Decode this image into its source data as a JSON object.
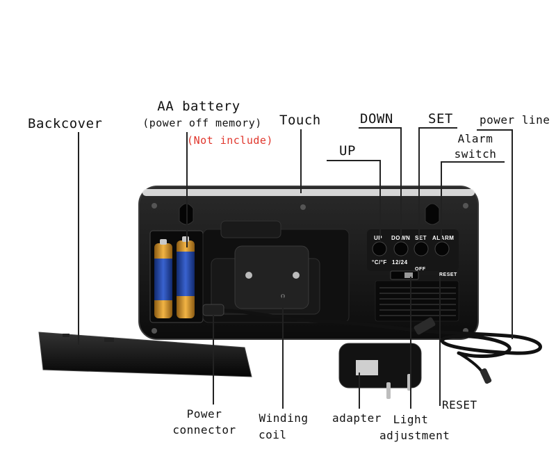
{
  "labels": {
    "backcover": "Backcover",
    "battery_title": "AA battery",
    "battery_sub": "(power off memory)",
    "battery_note": "(Not include)",
    "touch": "Touch",
    "down": "DOWN",
    "set": "SET",
    "power_line": "power line",
    "up": "UP",
    "alarm_switch_1": "Alarm",
    "alarm_switch_2": "switch",
    "power_connector_1": "Power",
    "power_connector_2": "connector",
    "winding_coil_1": "Winding",
    "winding_coil_2": "coil",
    "adapter": "adapter",
    "light_1": "Light",
    "light_2": "adjustment",
    "reset": "RESET"
  },
  "device_labels": {
    "btn_up": "UP",
    "btn_down": "DOWN",
    "btn_set": "SET",
    "btn_alarm": "ALARM",
    "unit_toggle": "°C/°F",
    "hour_mode": "12/24",
    "light_off": "OFF",
    "reset": "RESET"
  },
  "colors": {
    "device": "#141414",
    "device_edge": "#3a3a3a",
    "battery_gold": "#d8962a",
    "battery_blue": "#1e3f9e",
    "note_red": "#e0352b"
  }
}
